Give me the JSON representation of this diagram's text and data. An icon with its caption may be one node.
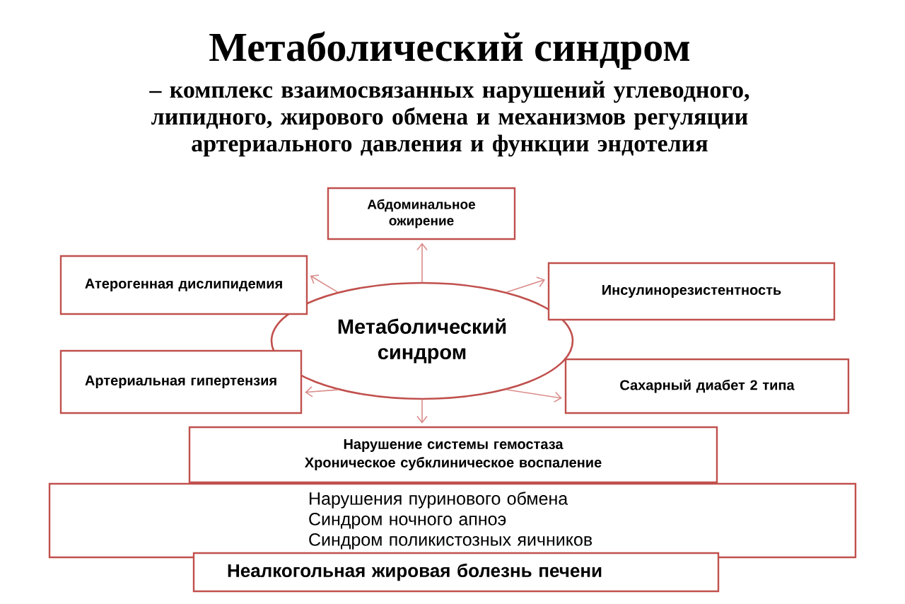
{
  "diagram": {
    "title": "Метаболический синдром",
    "nodes": [
      {
        "text": [
          "Абдоминальное ожирение"
        ]
      },
      {
        "text": [
          "Атерогенная дислипидемия"
        ]
      },
      {
        "text": [
          "Инсулинорезистентность"
        ]
      },
      {
        "text": [
          "Метаболический синдром"
        ]
      },
      {
        "text": [
          "Артериальная гипертензия"
        ]
      },
      {
        "text": [
          "Сахарный диабет 2 типа"
        ]
      },
      {
        "text": [
          "Нарушение системы гемостаза",
          "Хроническое субклиническое воспаление"
        ]
      },
      {
        "text": [
          "Нарушения пуринового обмена",
          "Синдром ночного апноэ",
          "Синдром поликистозных яичников"
        ]
      },
      {
        "text": [
          "Неалкогольная жировая болезнь печени"
        ]
      }
    ],
    "edges": [
      {
        "from": 3,
        "to": 0,
        "arrow": "to"
      },
      {
        "from": 3,
        "to": 1,
        "arrow": "to"
      },
      {
        "from": 3,
        "to": 2,
        "arrow": "to"
      },
      {
        "from": 3,
        "to": 4,
        "arrow": "to"
      },
      {
        "from": 3,
        "to": 5,
        "arrow": "to"
      },
      {
        "from": 3,
        "to": 6,
        "arrow": "to"
      }
    ],
    "labels": [
      "– комплекс взаимосвязанных нарушений углеводного, липидного, жирового обмена и механизмов регуляции артериального давления и функции эндотелия"
    ]
  }
}
